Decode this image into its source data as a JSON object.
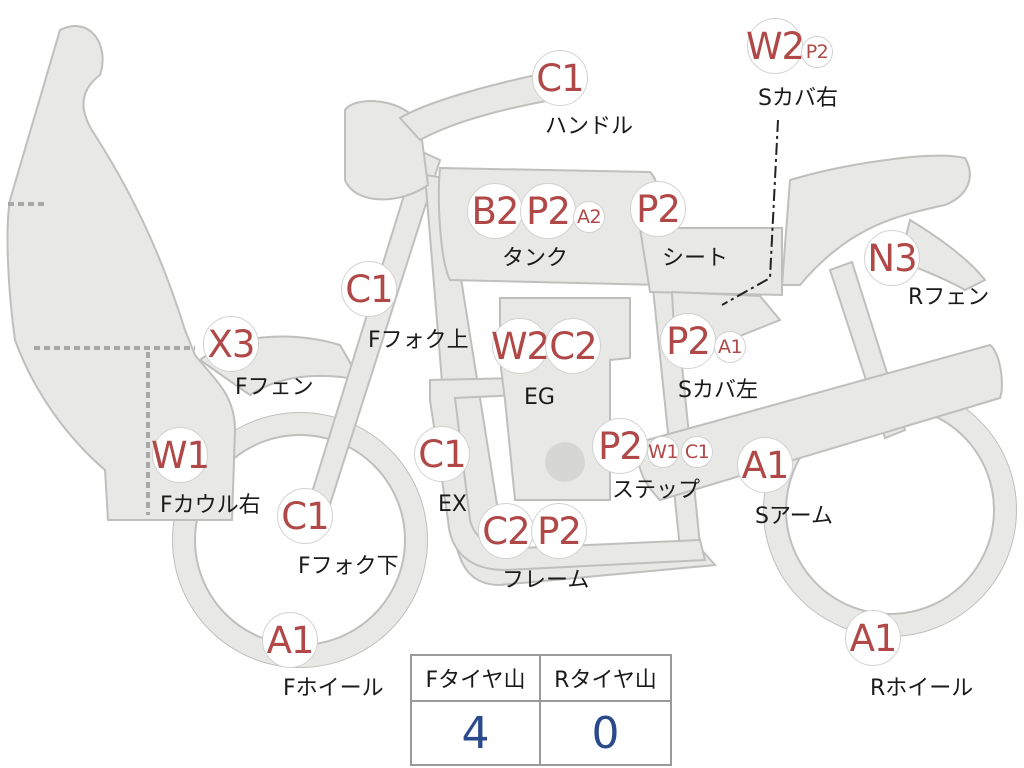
{
  "parts": [
    {
      "id": "handle",
      "label": "ハンドル",
      "grades": [
        "C1"
      ]
    },
    {
      "id": "s-cover-right",
      "label": "Sカバ右",
      "grades": [
        "W2",
        "P2"
      ]
    },
    {
      "id": "tank",
      "label": "タンク",
      "grades": [
        "B2",
        "P2",
        "A2"
      ]
    },
    {
      "id": "seat",
      "label": "シート",
      "grades": [
        "P2"
      ]
    },
    {
      "id": "r-fender",
      "label": "Rフェン",
      "grades": [
        "N3"
      ]
    },
    {
      "id": "f-fork-upper",
      "label": "Fフォク上",
      "grades": [
        "C1"
      ]
    },
    {
      "id": "f-fender",
      "label": "Fフェン",
      "grades": [
        "X3"
      ]
    },
    {
      "id": "engine",
      "label": "EG",
      "grades": [
        "W2",
        "C2"
      ]
    },
    {
      "id": "s-cover-left",
      "label": "Sカバ左",
      "grades": [
        "P2",
        "A1"
      ]
    },
    {
      "id": "f-cowl-right",
      "label": "Fカウル右",
      "grades": [
        "W1"
      ]
    },
    {
      "id": "exhaust",
      "label": "EX",
      "grades": [
        "C1"
      ]
    },
    {
      "id": "step",
      "label": "ステップ",
      "grades": [
        "P2",
        "W1",
        "C1"
      ]
    },
    {
      "id": "s-arm",
      "label": "Sアーム",
      "grades": [
        "A1"
      ]
    },
    {
      "id": "f-fork-lower",
      "label": "Fフォク下",
      "grades": [
        "C1"
      ]
    },
    {
      "id": "frame",
      "label": "フレーム",
      "grades": [
        "C2",
        "P2"
      ]
    },
    {
      "id": "f-wheel",
      "label": "Fホイール",
      "grades": [
        "A1"
      ]
    },
    {
      "id": "r-wheel",
      "label": "Rホイール",
      "grades": [
        "A1"
      ]
    }
  ],
  "tire_tread": {
    "headers": [
      "Fタイヤ山",
      "Rタイヤ山"
    ],
    "values": [
      "4",
      "0"
    ]
  },
  "colors": {
    "grade_text": "#b04848",
    "value_text": "#2a4a8c",
    "body_fill": "#e8e8e6"
  }
}
